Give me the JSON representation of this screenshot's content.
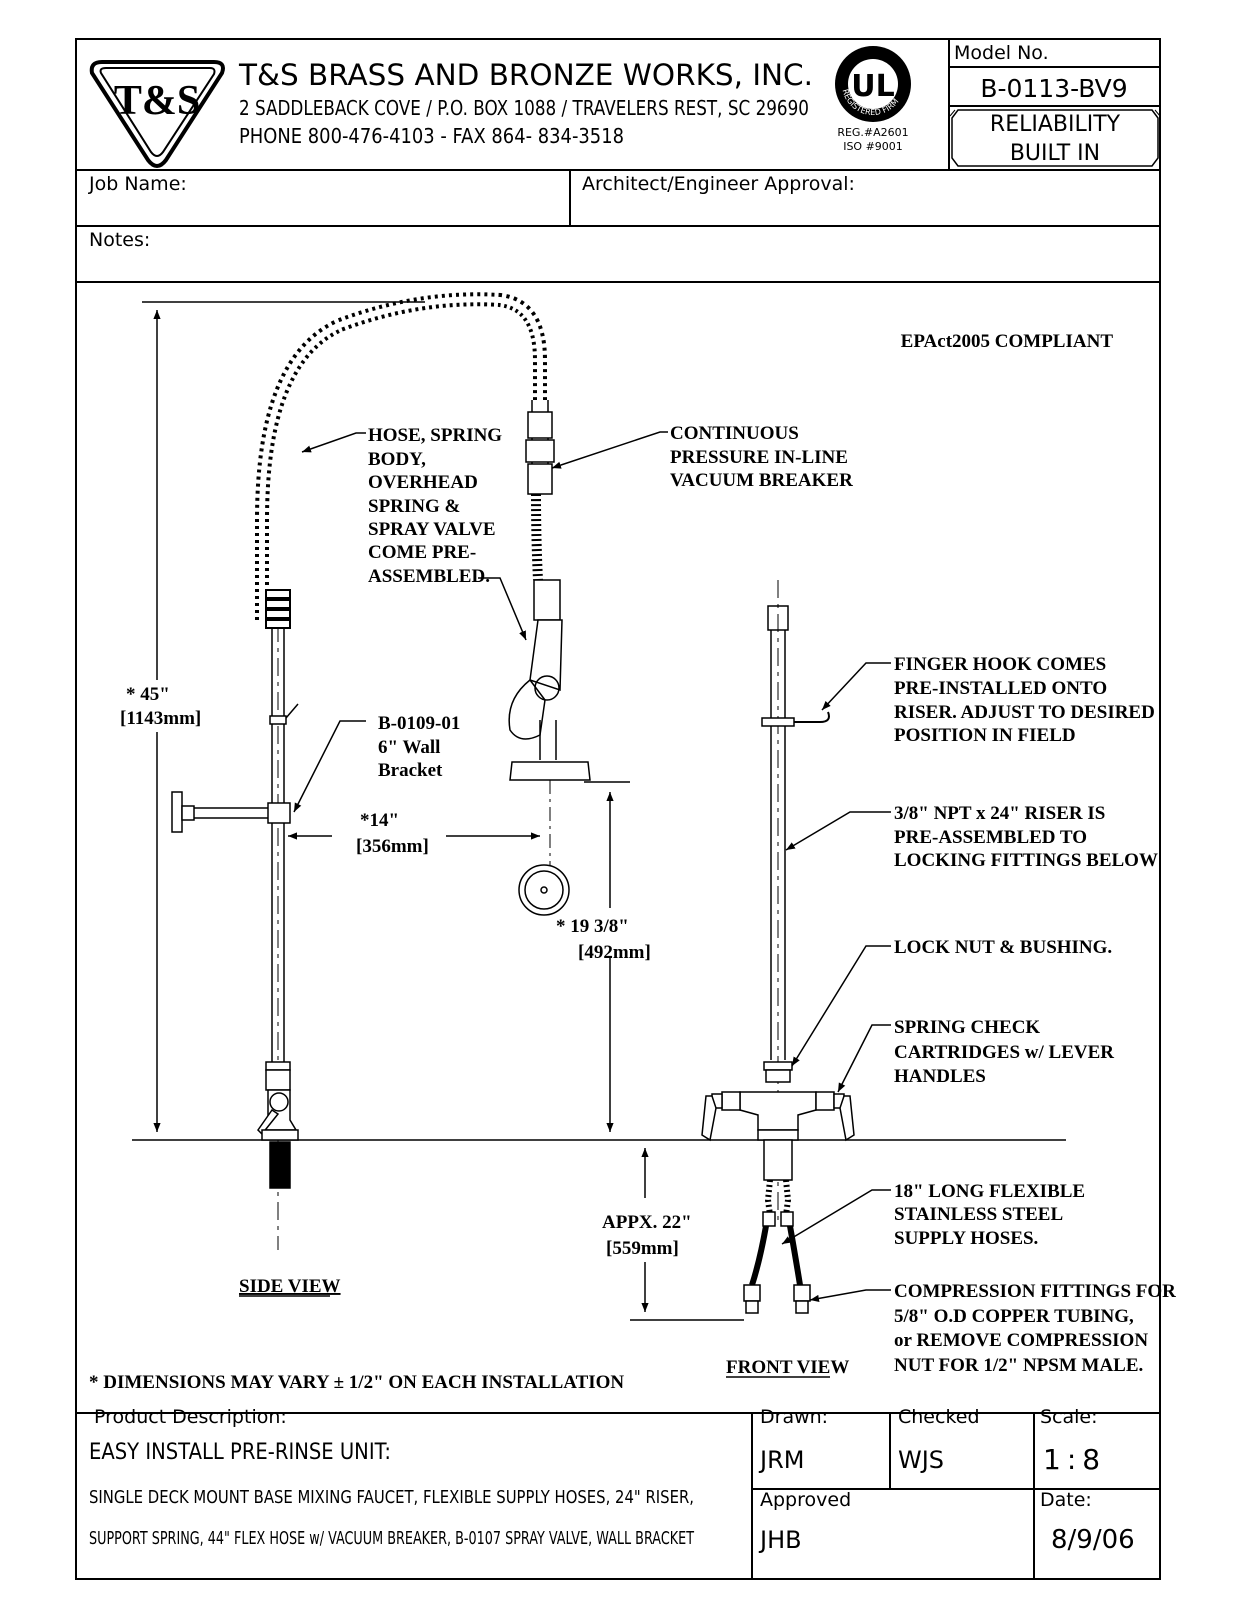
{
  "header": {
    "logo_text": "T&S",
    "company": "T&S BRASS AND BRONZE WORKS, INC.",
    "address": "2 SADDLEBACK COVE / P.O. BOX 1088 / TRAVELERS REST, SC 29690",
    "phone": "PHONE 800-476-4103 - FAX  864- 834-3518",
    "ul_mark": "UL",
    "ul_ring_text": "REGISTERED FIRM",
    "reg_no": "REG.#A2601",
    "iso_no": "ISO #9001",
    "model_label": "Model No.",
    "model_value": "B-0113-BV9",
    "reliability_line1": "RELIABILITY",
    "reliability_line2": "BUILT IN"
  },
  "fields": {
    "job_name": "Job Name:",
    "architect": "Architect/Engineer Approval:",
    "notes": "Notes:"
  },
  "drawing": {
    "compliance": "EPAct2005 COMPLIANT",
    "dim_height": "* 45\"",
    "dim_height_mm": "[1143mm]",
    "dim_reach": "*14\"",
    "dim_reach_mm": "[356mm]",
    "dim_spray": "* 19 3/8\"",
    "dim_spray_mm": "[492mm]",
    "dim_below": "APPX. 22\"",
    "dim_below_mm": "[559mm]",
    "callout_hose": [
      "HOSE, SPRING",
      "BODY,",
      "OVERHEAD",
      "SPRING &",
      "SPRAY VALVE",
      "COME PRE-",
      "ASSEMBLED."
    ],
    "callout_vacuum": [
      "CONTINUOUS",
      "PRESSURE IN-LINE",
      "VACUUM BREAKER"
    ],
    "callout_bracket": [
      "B-0109-01",
      "6\" Wall",
      "Bracket"
    ],
    "callout_finger": [
      "FINGER HOOK COMES",
      "PRE-INSTALLED ONTO",
      "RISER. ADJUST TO DESIRED",
      "POSITION IN FIELD"
    ],
    "callout_riser": [
      "3/8\" NPT x 24\" RISER IS",
      "PRE-ASSEMBLED TO",
      "LOCKING FITTINGS BELOW"
    ],
    "callout_locknut": [
      "LOCK NUT & BUSHING."
    ],
    "callout_spring": [
      "SPRING CHECK",
      "CARTRIDGES w/ LEVER",
      "HANDLES"
    ],
    "callout_hoses": [
      "18\" LONG FLEXIBLE",
      "STAINLESS STEEL",
      "SUPPLY HOSES."
    ],
    "callout_compression": [
      "COMPRESSION FITTINGS FOR",
      "5/8\" O.D COPPER TUBING,",
      "or REMOVE COMPRESSION",
      "NUT FOR 1/2\" NPSM MALE."
    ],
    "side_view": "SIDE VIEW",
    "front_view": "FRONT VIEW",
    "footnote": "* DIMENSIONS MAY VARY ± 1/2\" ON EACH INSTALLATION"
  },
  "footer": {
    "product_label": "Product Description:",
    "product_title": "EASY INSTALL PRE-RINSE UNIT:",
    "product_line1": "SINGLE DECK MOUNT BASE MIXING FAUCET, FLEXIBLE SUPPLY HOSES, 24\" RISER,",
    "product_line2": "SUPPORT SPRING, 44\" FLEX HOSE w/ VACUUM BREAKER, B-0107 SPRAY VALVE, WALL BRACKET",
    "drawn_label": "Drawn:",
    "drawn_value": "JRM",
    "checked_label": "Checked",
    "checked_value": "WJS",
    "scale_label": "Scale:",
    "scale_value": "1:8",
    "approved_label": "Approved",
    "approved_value": "JHB",
    "date_label": "Date:",
    "date_value": "8/9/06"
  }
}
